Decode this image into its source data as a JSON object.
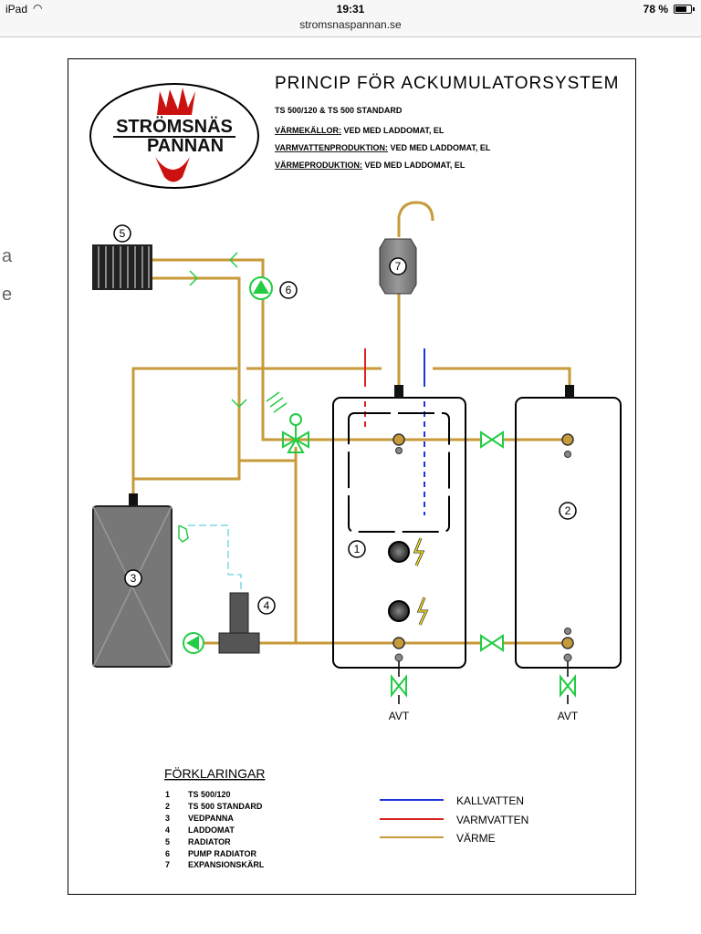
{
  "status_bar": {
    "device": "iPad",
    "time": "19:31",
    "battery": "78 %",
    "battery_level": 0.78
  },
  "url": "stromsnaspannan.se",
  "side_letters": [
    "a",
    "e"
  ],
  "logo": {
    "line1": "STRÖMSNÄS",
    "line2": "PANNAN"
  },
  "header": {
    "title": "PRINCIP FÖR ACKUMULATORSYSTEM",
    "subtitle": "TS 500/120 & TS 500 STANDARD",
    "rows": [
      {
        "label": "VÄRMEKÄLLOR:",
        "value": " VED MED LADDOMAT, EL"
      },
      {
        "label": "VARMVATTENPRODUKTION:",
        "value": " VED MED LADDOMAT, EL"
      },
      {
        "label": "VÄRMEPRODUKTION:",
        "value": " VED MED LADDOMAT, EL"
      }
    ]
  },
  "component_numbers": [
    "1",
    "2",
    "3",
    "4",
    "5",
    "6",
    "7"
  ],
  "avt_labels": [
    "AVT",
    "AVT"
  ],
  "legend": {
    "title": "FÖRKLARINGAR",
    "items": [
      {
        "num": "1",
        "text": "TS 500/120"
      },
      {
        "num": "2",
        "text": "TS 500 STANDARD"
      },
      {
        "num": "3",
        "text": "VEDPANNA"
      },
      {
        "num": "4",
        "text": "LADDOMAT"
      },
      {
        "num": "5",
        "text": "RADIATOR"
      },
      {
        "num": "6",
        "text": "PUMP RADIATOR"
      },
      {
        "num": "7",
        "text": "EXPANSIONSKÄRL"
      }
    ],
    "lines": [
      {
        "label": "KALLVATTEN",
        "color": "#2233dd"
      },
      {
        "label": "VARMVATTEN",
        "color": "#dd2222"
      },
      {
        "label": "VÄRME",
        "color": "#c79a3a"
      }
    ]
  },
  "colors": {
    "pipe": "#c79a3a",
    "cold": "#2233dd",
    "hot": "#dd2222",
    "valve": "#22cc44",
    "tank": "#7a7a7a",
    "logo_red": "#cc1111"
  }
}
